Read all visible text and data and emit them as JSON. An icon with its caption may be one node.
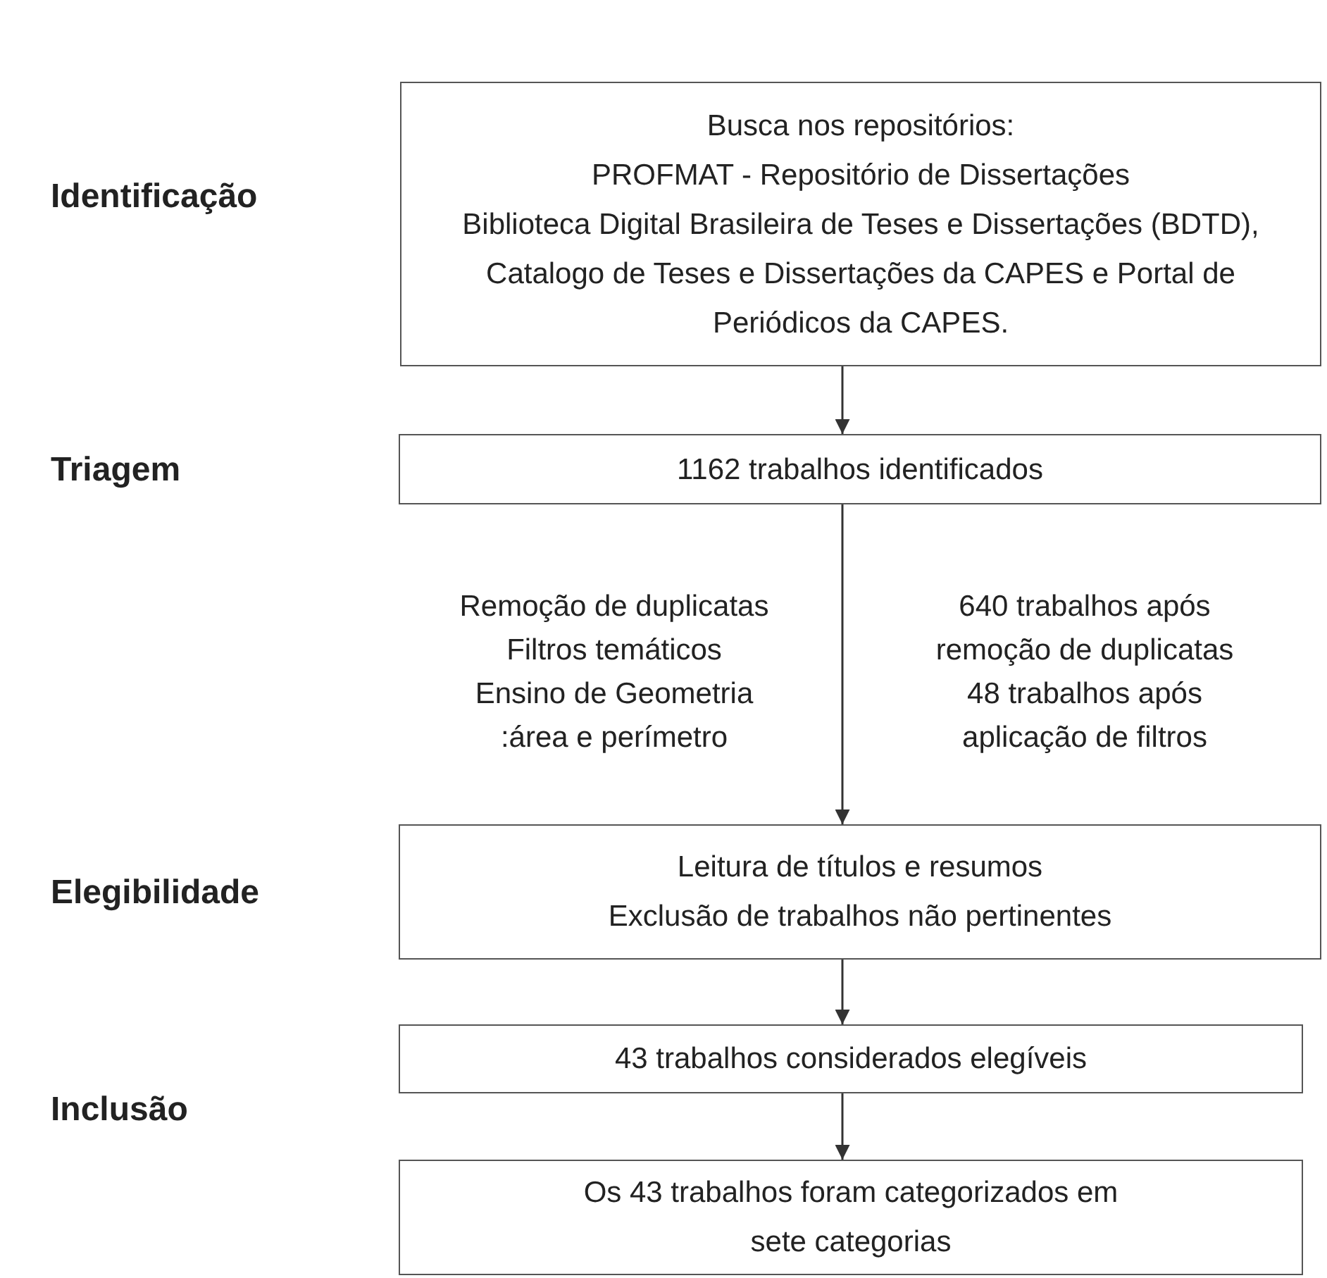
{
  "diagram": {
    "nodes": [
      {
        "text": [
          "Busca nos repositórios:",
          "PROFMAT - Repositório de Dissertações",
          "Biblioteca Digital Brasileira de Teses e Dissertações (BDTD),",
          "Catalogo de Teses e Dissertações da CAPES e Portal de Periódicos da CAPES."
        ]
      },
      {
        "text": [
          "1162 trabalhos identificados"
        ]
      },
      {
        "text": [
          "Leitura de títulos e resumos",
          "Exclusão de trabalhos não pertinentes"
        ]
      },
      {
        "text": [
          "43 trabalhos considerados elegíveis"
        ]
      },
      {
        "text": [
          "Os 43 trabalhos foram categorizados em sete categorias"
        ]
      }
    ],
    "edges": [
      {
        "from": 0,
        "to": 1,
        "arrow": "to"
      },
      {
        "from": 1,
        "to": 2,
        "arrow": "to"
      },
      {
        "from": 2,
        "to": 3,
        "arrow": "to"
      },
      {
        "from": 3,
        "to": 4,
        "arrow": "to"
      }
    ],
    "labels": [
      "Identificação",
      "Triagem",
      "Remoção de duplicatas",
      "Filtros temáticos",
      "Ensino de Geometria :área e perímetro",
      "640 trabalhos após remoção de duplicatas",
      "48 trabalhos após aplicação de filtros",
      "Elegibilidade",
      "Inclusão"
    ]
  }
}
